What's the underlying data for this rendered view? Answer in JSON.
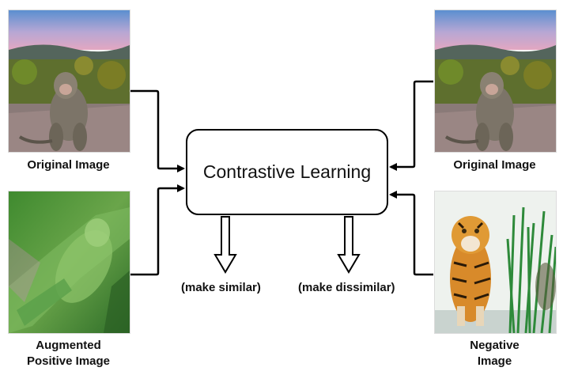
{
  "center_box": {
    "label": "Contrastive Learning"
  },
  "images": {
    "original_left": {
      "caption": "Original Image",
      "subject": "monkey"
    },
    "augmented_positive": {
      "caption_line1": "Augmented",
      "caption_line2": "Positive Image",
      "subject": "augmented monkey"
    },
    "original_right": {
      "caption": "Original Image",
      "subject": "monkey"
    },
    "negative": {
      "caption_line1": "Negative",
      "caption_line2": "Image",
      "subject": "tiger"
    }
  },
  "outputs": {
    "similar": "(make similar)",
    "dissimilar": "(make dissimilar)"
  },
  "colors": {
    "arrow": "#000000",
    "box_border": "#000000"
  }
}
